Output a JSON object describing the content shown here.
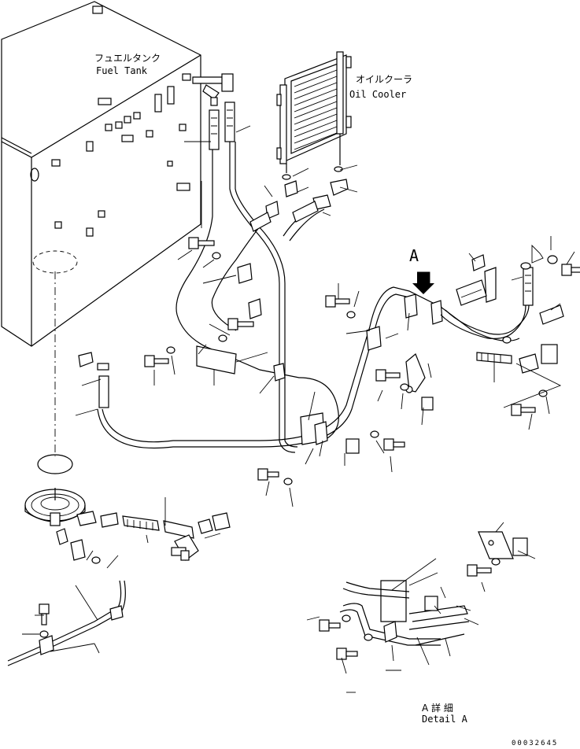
{
  "labels": {
    "fuel_tank_jp": "フュエルタンク",
    "fuel_tank_en": "Fuel Tank",
    "oil_cooler_jp": "オイルクーラ",
    "oil_cooler_en": "Oil Cooler",
    "view_letter": "A",
    "detail_jp": "A 詳 細",
    "detail_en": "Detail A",
    "drawing_number": "00032645"
  }
}
